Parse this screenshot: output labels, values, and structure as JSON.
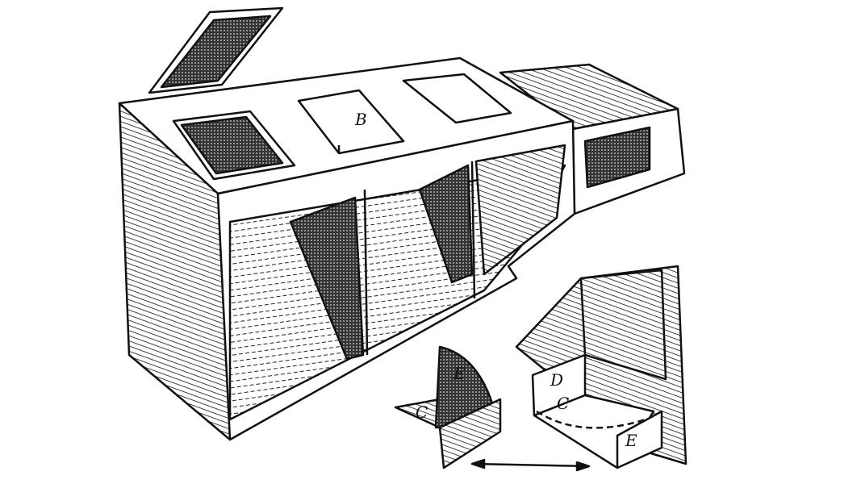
{
  "figure": {
    "labels": {
      "lid_center": "B",
      "small_part_upper": "E",
      "small_part_lower": "C",
      "drawer_side": "D",
      "drawer_bottom": "C",
      "drawer_front": "E"
    },
    "colors": {
      "ink": "#111111",
      "paper": "#ffffff",
      "shade": "#555555"
    }
  }
}
